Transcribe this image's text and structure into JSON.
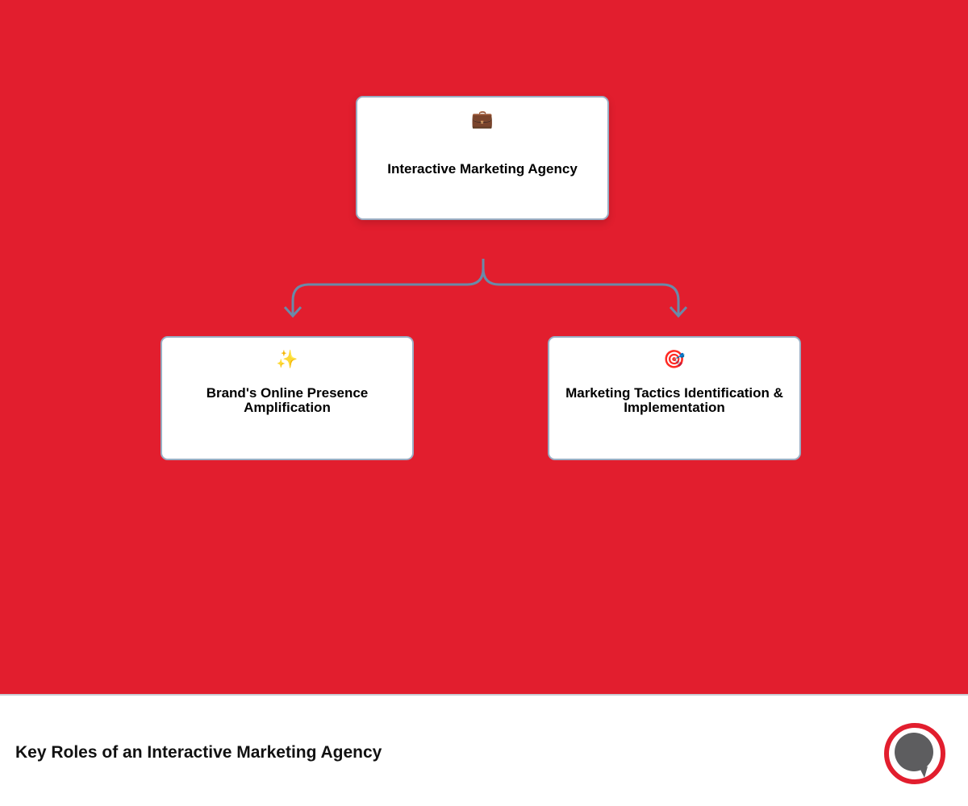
{
  "diagram": {
    "root": {
      "label": "Interactive Marketing Agency",
      "icon": "briefcase-icon",
      "emoji": "💼"
    },
    "children": [
      {
        "label": "Brand's Online Presence Amplification",
        "icon": "sparkles-icon",
        "emoji": "✨"
      },
      {
        "label": "Marketing Tactics Identification & Implementation",
        "icon": "target-icon",
        "emoji": "🎯"
      }
    ],
    "colors": {
      "background": "#e21e2e",
      "connector": "#6a8aa8",
      "node_border": "#9aaec4"
    }
  },
  "footer": {
    "title": "Key Roles of an Interactive Marketing Agency",
    "logo": "speech-bubble-logo"
  }
}
